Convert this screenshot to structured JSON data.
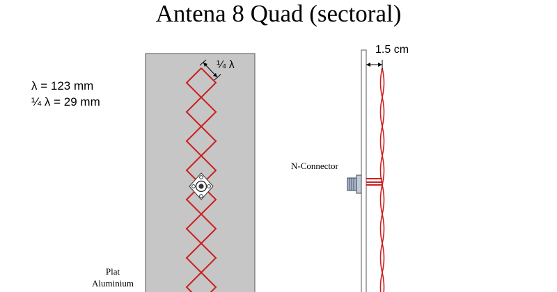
{
  "title": "Antena 8 Quad (sectoral)",
  "lambda_info": {
    "wavelength": "λ = 123 mm",
    "quarter_wavelength": "¼ λ = 29 mm"
  },
  "labels": {
    "quarter_lambda": "¼ λ",
    "spacing": "1.5 cm",
    "n_connector": "N-Connector",
    "plate_line1": "Plat",
    "plate_line2": "Aluminium"
  },
  "colors": {
    "element_wire": "#cc1f1f",
    "plate_fill": "#c6c6c6",
    "plate_stroke": "#555555",
    "connector_fill": "#a8b4c8"
  }
}
